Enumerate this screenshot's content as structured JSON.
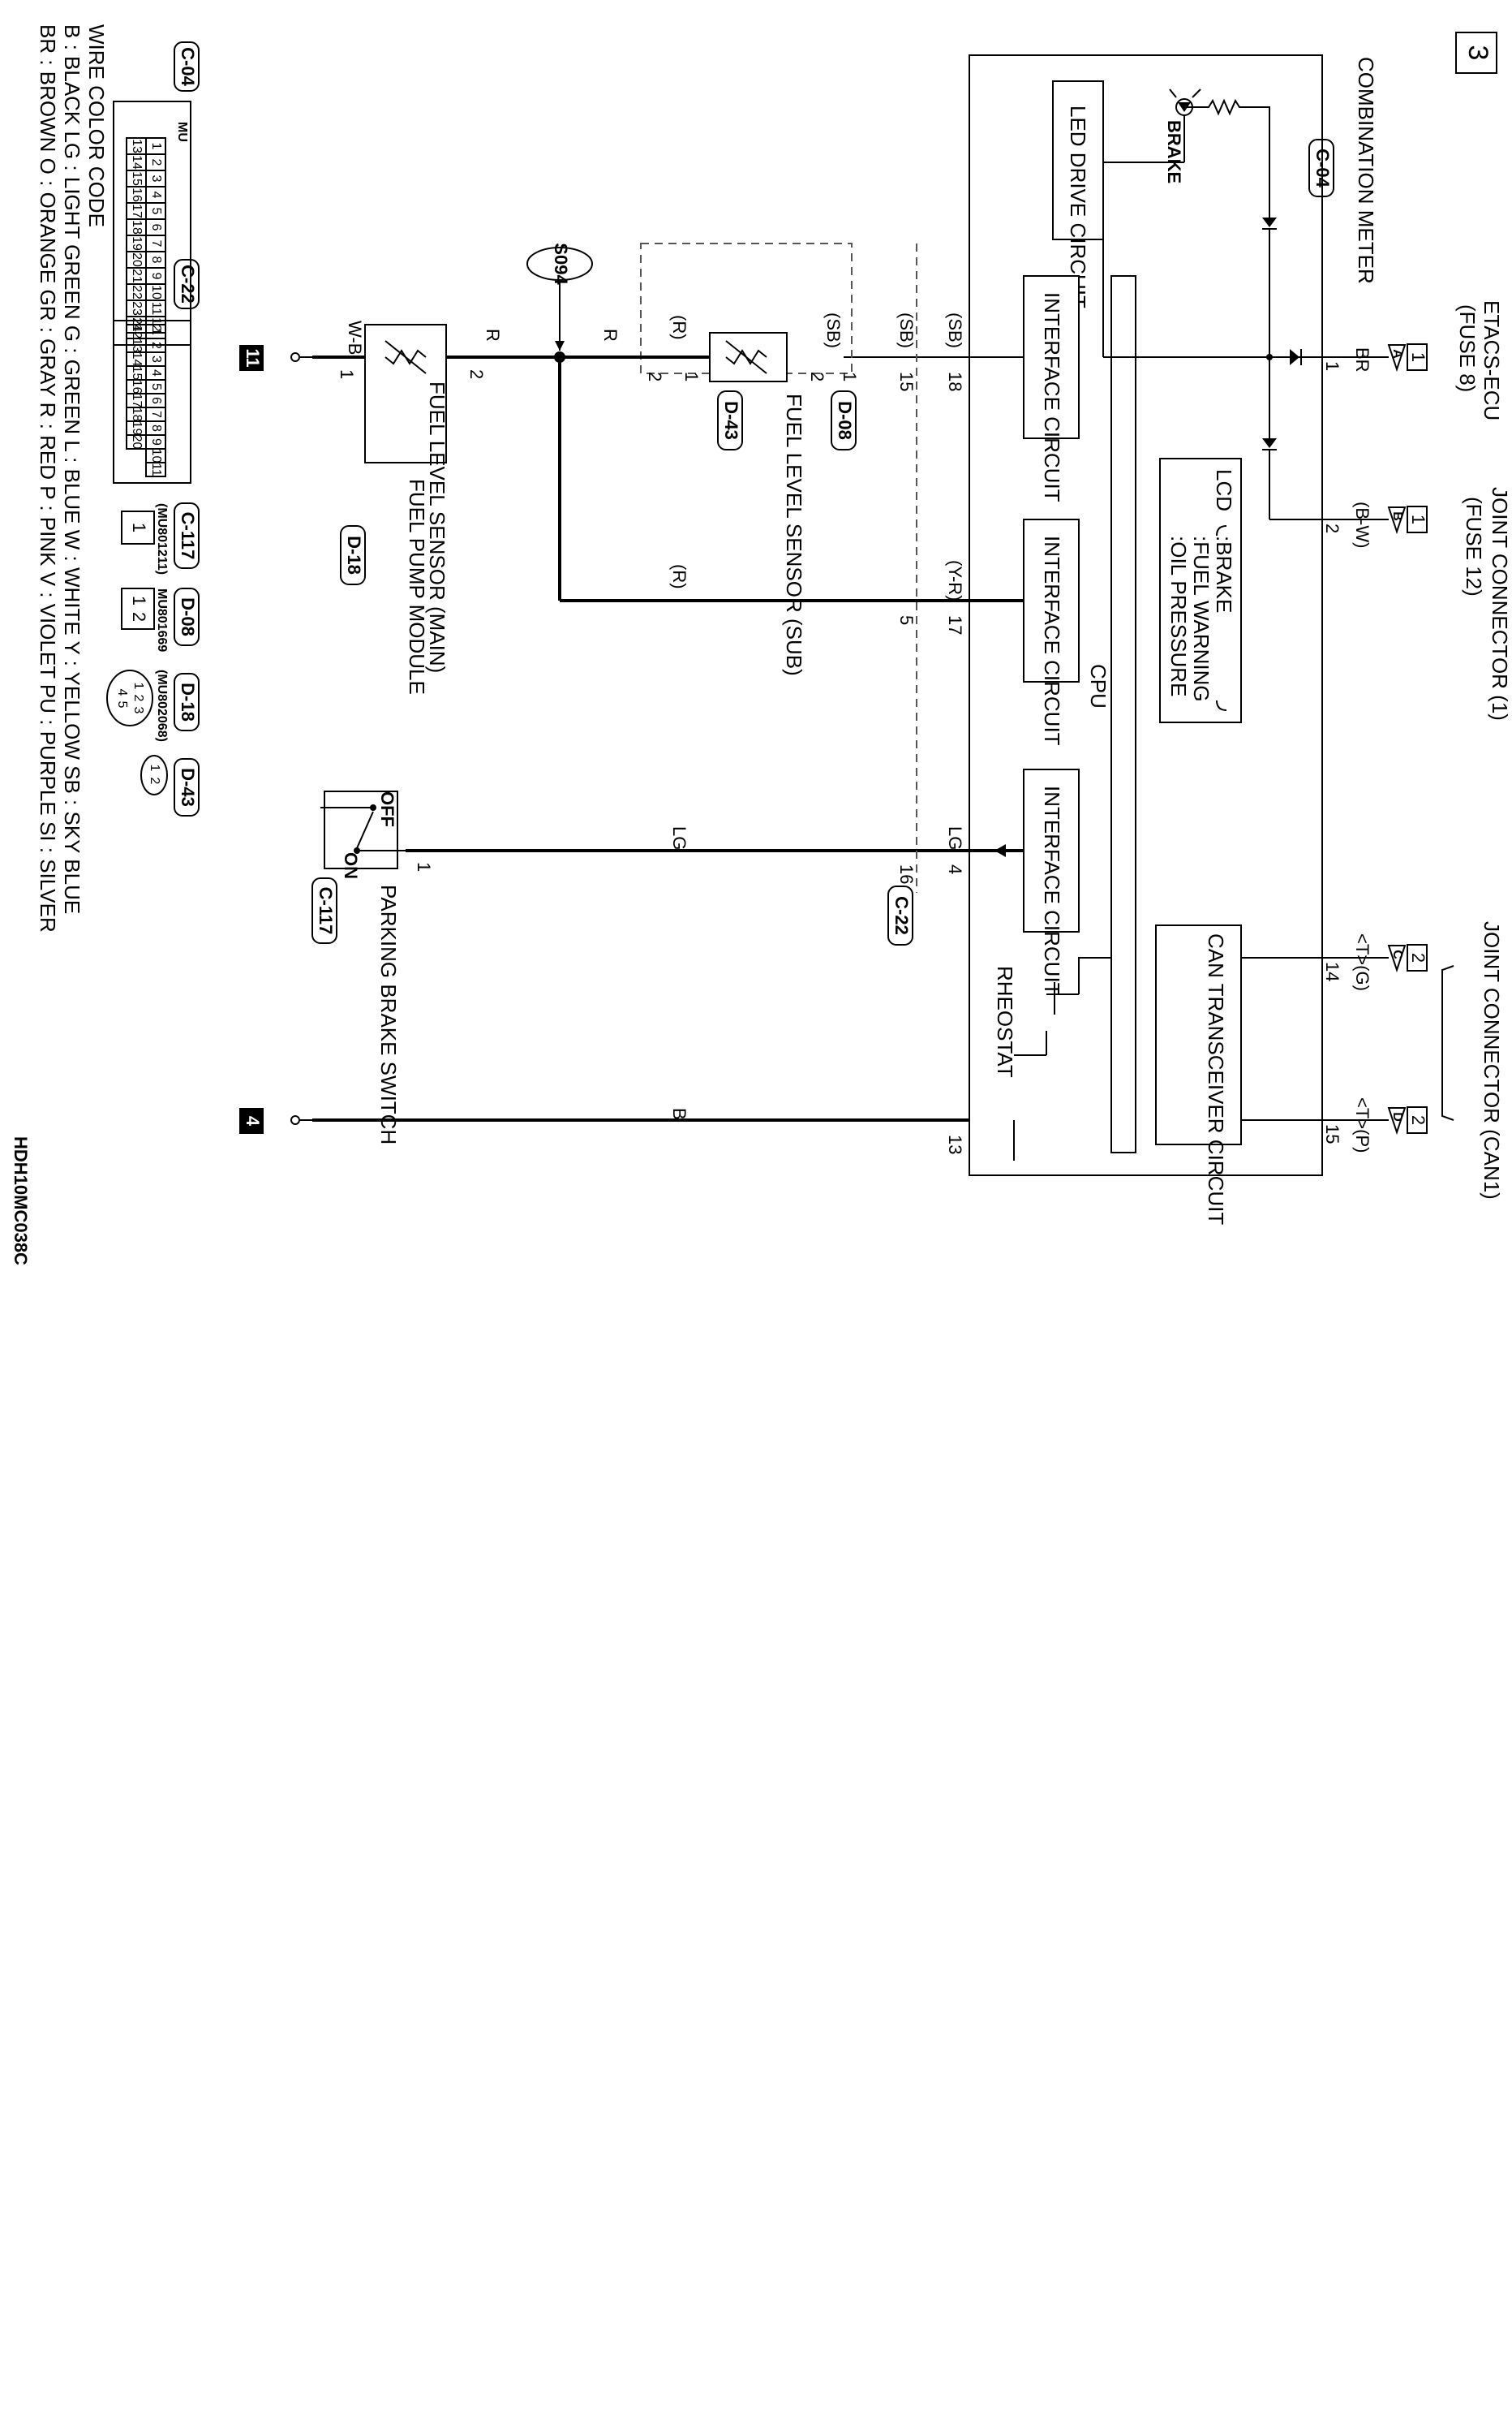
{
  "page_number": "3",
  "diagram_code": "HDH10MC038C",
  "combination_meter": {
    "title": "COMBINATION METER",
    "connector": "C-04"
  },
  "blocks": {
    "led_drive": "LED DRIVE CIRCUIT",
    "interface": "INTERFACE CIRCUIT",
    "cpu": "CPU",
    "can": "CAN TRANSCEIVER CIRCUIT",
    "lcd": "LCD",
    "lcd_items": [
      ":BRAKE",
      ":FUEL WARNING",
      ":OIL PRESSURE"
    ],
    "rheostat": "RHEOSTAT",
    "brake_lamp": "BRAKE"
  },
  "top_sources": {
    "etacs": {
      "name": "ETACS-ECU",
      "fuse": "(FUSE 8)",
      "flag": "A",
      "num": "1"
    },
    "joint1": {
      "name": "JOINT CONNECTOR (1)",
      "fuse": "(FUSE 12)",
      "flag": "B",
      "num": "1"
    },
    "joint_can": {
      "name": "JOINT CONNECTOR (CAN1)",
      "flag_c": "C",
      "flag_d": "D",
      "num": "2"
    }
  },
  "wires": {
    "br": "BR",
    "bw": "(B-W)",
    "tg": "<T>(G)",
    "tp": "<T>(P)",
    "sb1": "(SB)",
    "sb2": "(SB)",
    "sb3": "(SB)",
    "yr": "(Y-R)",
    "r_paren_1": "(R)",
    "r_paren_2": "(R)",
    "r1": "R",
    "r2": "R",
    "wb": "W-B",
    "lg1": "LG",
    "lg2": "LG",
    "b": "B"
  },
  "pins": {
    "p1": "1",
    "p2": "2",
    "p14": "14",
    "p15": "15",
    "p18": "18",
    "p17": "17",
    "p4": "4",
    "p13": "13",
    "c22_15": "15",
    "c22_5": "5",
    "c22_16": "16",
    "d08_1": "1",
    "d08_2": "2",
    "d43_1": "1",
    "d43_2": "2",
    "d18_2": "2",
    "d18_1": "1",
    "c117_1": "1"
  },
  "connectors": {
    "c22": "C-22",
    "d08": "D-08",
    "d43": "D-43",
    "d18": "D-18",
    "c117": "C-117"
  },
  "splice": "S094",
  "components": {
    "fuel_sub": "FUEL LEVEL SENSOR (SUB)",
    "fuel_main": "FUEL LEVEL SENSOR (MAIN)",
    "fuel_pump": "FUEL PUMP MODULE",
    "parking": "PARKING BRAKE SWITCH",
    "off": "OFF",
    "on": "ON"
  },
  "grounds": {
    "g11": "11",
    "g4": "4"
  },
  "connector_views": {
    "c04": {
      "label": "C-04",
      "key": "MU",
      "row1": [
        "1",
        "2",
        "3",
        "4",
        "5",
        "6",
        "7",
        "8",
        "9",
        "10",
        "11",
        "12"
      ],
      "row2": [
        "13",
        "14",
        "15",
        "16",
        "17",
        "18",
        "19",
        "20",
        "21",
        "22",
        "23",
        "24"
      ]
    },
    "c22": {
      "label": "C-22",
      "row1": [
        "1",
        "2",
        "3",
        "4",
        "5",
        "6",
        "7",
        "8",
        "9",
        "10",
        "11"
      ],
      "row2": [
        "12",
        "13",
        "14",
        "15",
        "16",
        "17",
        "18",
        "19",
        "20"
      ]
    },
    "c117": {
      "label": "C-117",
      "part": "(MU801211)",
      "pin": "1"
    },
    "d08": {
      "label": "D-08",
      "part": "MU801669",
      "pins": [
        "1",
        "2"
      ]
    },
    "d18": {
      "label": "D-18",
      "part": "(MU802068)",
      "pins": [
        "1",
        "2",
        "3",
        "4",
        "5"
      ]
    },
    "d43": {
      "label": "D-43",
      "pins": [
        "1",
        "2"
      ]
    }
  },
  "wire_color_code": {
    "title": "WIRE COLOR CODE",
    "rows": [
      "B : BLACK   LG : LIGHT GREEN   G : GREEN   L : BLUE   W : WHITE   Y : YELLOW   SB : SKY BLUE",
      "BR : BROWN   O : ORANGE   GR : GRAY   R : RED   P : PINK   V : VIOLET   PU : PURPLE   SI : SILVER"
    ]
  }
}
